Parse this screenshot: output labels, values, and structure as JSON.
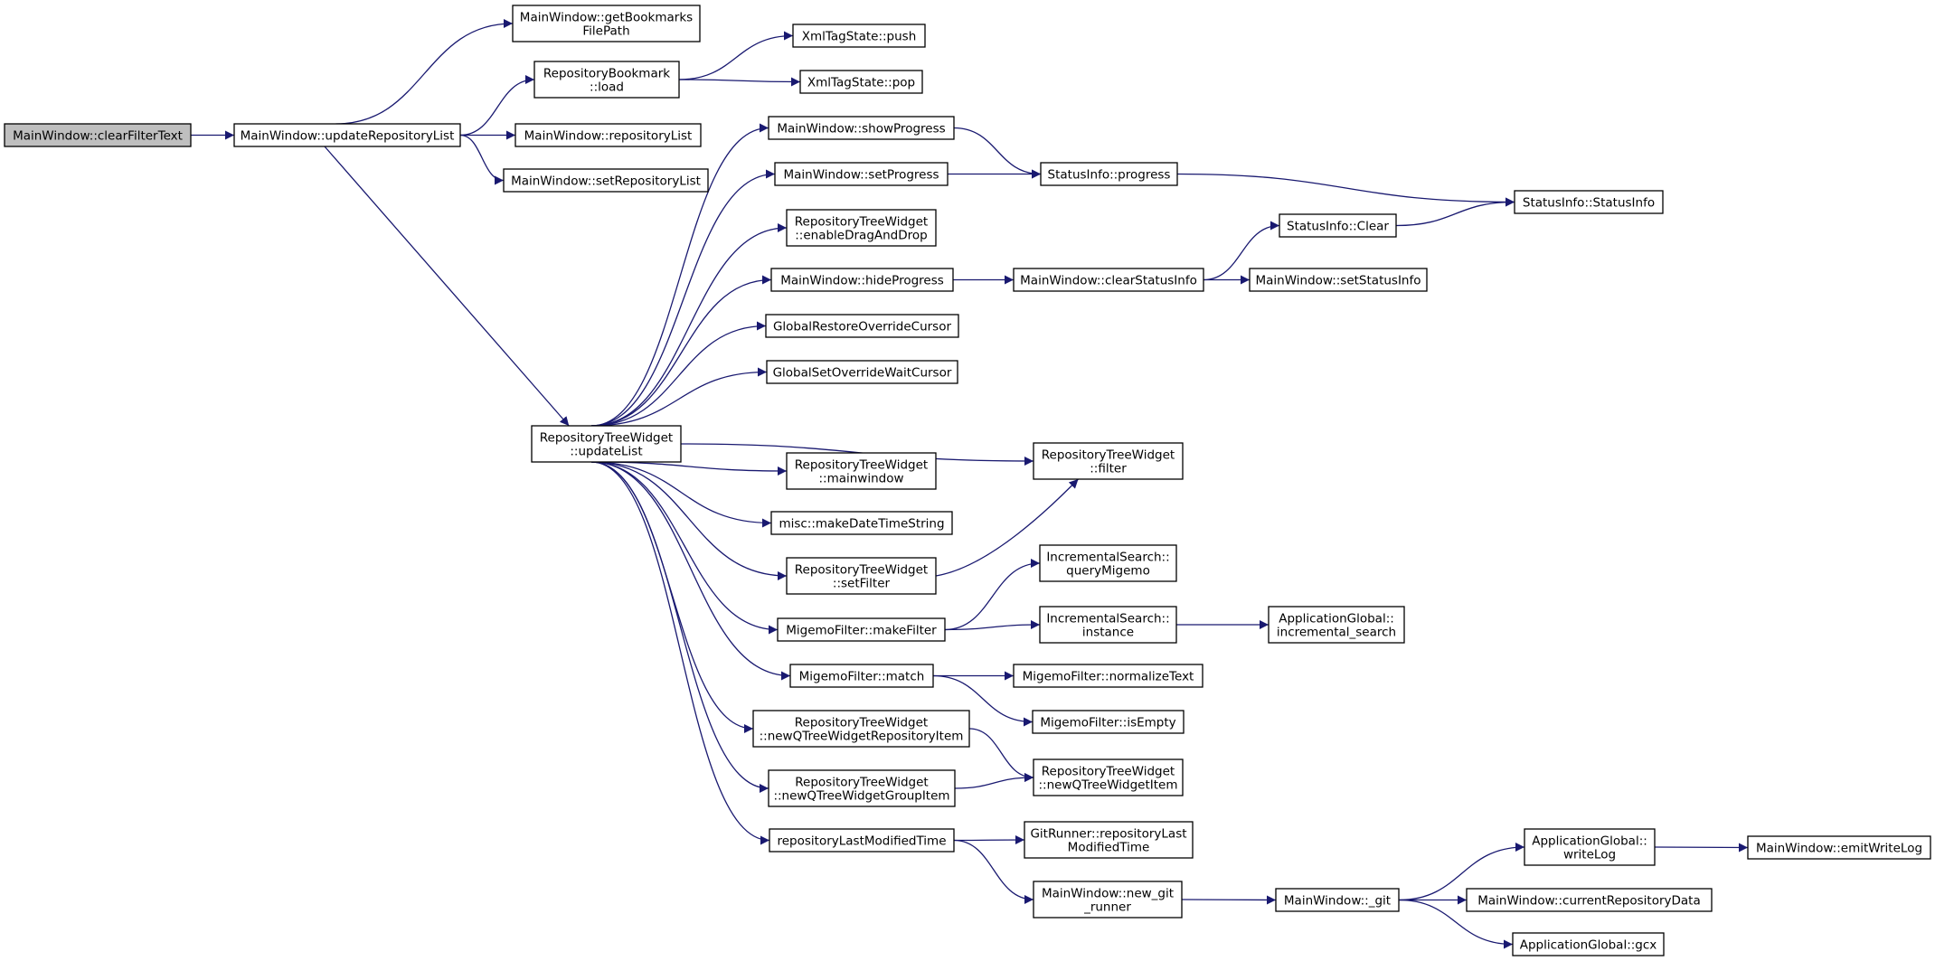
{
  "colors": {
    "edge": "#191970",
    "node_border": "#000000",
    "node_fill": "#ffffff",
    "root_fill": "#bfbfbf"
  },
  "nodes": {
    "n_clearFilterText": {
      "lines": [
        "MainWindow::clearFilterText"
      ],
      "root": true
    },
    "n_updateRepositoryList": {
      "lines": [
        "MainWindow::updateRepositoryList"
      ]
    },
    "n_getBookmarksFilePath": {
      "lines": [
        "MainWindow::getBookmarks",
        "FilePath"
      ]
    },
    "n_bookmarkLoad": {
      "lines": [
        "RepositoryBookmark",
        "::load"
      ]
    },
    "n_xmlPush": {
      "lines": [
        "XmlTagState::push"
      ]
    },
    "n_xmlPop": {
      "lines": [
        "XmlTagState::pop"
      ]
    },
    "n_repositoryList": {
      "lines": [
        "MainWindow::repositoryList"
      ]
    },
    "n_setRepositoryList": {
      "lines": [
        "MainWindow::setRepositoryList"
      ]
    },
    "n_updateList": {
      "lines": [
        "RepositoryTreeWidget",
        "::updateList"
      ]
    },
    "n_showProgress": {
      "lines": [
        "MainWindow::showProgress"
      ]
    },
    "n_setProgress": {
      "lines": [
        "MainWindow::setProgress"
      ]
    },
    "n_statusProgress": {
      "lines": [
        "StatusInfo::progress"
      ]
    },
    "n_statusInfoCtor": {
      "lines": [
        "StatusInfo::StatusInfo"
      ]
    },
    "n_enableDragAndDrop": {
      "lines": [
        "RepositoryTreeWidget",
        "::enableDragAndDrop"
      ]
    },
    "n_hideProgress": {
      "lines": [
        "MainWindow::hideProgress"
      ]
    },
    "n_clearStatusInfo": {
      "lines": [
        "MainWindow::clearStatusInfo"
      ]
    },
    "n_statusClear": {
      "lines": [
        "StatusInfo::Clear"
      ]
    },
    "n_setStatusInfo": {
      "lines": [
        "MainWindow::setStatusInfo"
      ]
    },
    "n_globalRestore": {
      "lines": [
        "GlobalRestoreOverrideCursor"
      ]
    },
    "n_globalSetWait": {
      "lines": [
        "GlobalSetOverrideWaitCursor"
      ]
    },
    "n_filter": {
      "lines": [
        "RepositoryTreeWidget",
        "::filter"
      ]
    },
    "n_mainwindow": {
      "lines": [
        "RepositoryTreeWidget",
        "::mainwindow"
      ]
    },
    "n_makeDateTimeString": {
      "lines": [
        "misc::makeDateTimeString"
      ]
    },
    "n_setFilter": {
      "lines": [
        "RepositoryTreeWidget",
        "::setFilter"
      ]
    },
    "n_queryMigemo": {
      "lines": [
        "IncrementalSearch::",
        "queryMigemo"
      ]
    },
    "n_makeFilter": {
      "lines": [
        "MigemoFilter::makeFilter"
      ]
    },
    "n_incInstance": {
      "lines": [
        "IncrementalSearch::",
        "instance"
      ]
    },
    "n_incrementalSearch": {
      "lines": [
        "ApplicationGlobal::",
        "incremental_search"
      ]
    },
    "n_match": {
      "lines": [
        "MigemoFilter::match"
      ]
    },
    "n_normalizeText": {
      "lines": [
        "MigemoFilter::normalizeText"
      ]
    },
    "n_isEmpty": {
      "lines": [
        "MigemoFilter::isEmpty"
      ]
    },
    "n_newRepoItem": {
      "lines": [
        "RepositoryTreeWidget",
        "::newQTreeWidgetRepositoryItem"
      ]
    },
    "n_newItem": {
      "lines": [
        "RepositoryTreeWidget",
        "::newQTreeWidgetItem"
      ]
    },
    "n_newGroupItem": {
      "lines": [
        "RepositoryTreeWidget",
        "::newQTreeWidgetGroupItem"
      ]
    },
    "n_repoLastModified": {
      "lines": [
        "repositoryLastModifiedTime"
      ]
    },
    "n_gitRunnerLastModified": {
      "lines": [
        "GitRunner::repositoryLast",
        "ModifiedTime"
      ]
    },
    "n_newGitRunner": {
      "lines": [
        "MainWindow::new_git",
        "_runner"
      ]
    },
    "n_git": {
      "lines": [
        "MainWindow::_git"
      ]
    },
    "n_writeLog": {
      "lines": [
        "ApplicationGlobal::",
        "writeLog"
      ]
    },
    "n_emitWriteLog": {
      "lines": [
        "MainWindow::emitWriteLog"
      ]
    },
    "n_currentRepoData": {
      "lines": [
        "MainWindow::currentRepositoryData"
      ]
    },
    "n_gcx": {
      "lines": [
        "ApplicationGlobal::gcx"
      ]
    }
  },
  "edges": [
    [
      "n_clearFilterText",
      "n_updateRepositoryList"
    ],
    [
      "n_updateRepositoryList",
      "n_getBookmarksFilePath"
    ],
    [
      "n_updateRepositoryList",
      "n_bookmarkLoad"
    ],
    [
      "n_updateRepositoryList",
      "n_repositoryList"
    ],
    [
      "n_updateRepositoryList",
      "n_setRepositoryList"
    ],
    [
      "n_updateRepositoryList",
      "n_updateList"
    ],
    [
      "n_bookmarkLoad",
      "n_xmlPush"
    ],
    [
      "n_bookmarkLoad",
      "n_xmlPop"
    ],
    [
      "n_updateList",
      "n_showProgress"
    ],
    [
      "n_updateList",
      "n_setProgress"
    ],
    [
      "n_updateList",
      "n_enableDragAndDrop"
    ],
    [
      "n_updateList",
      "n_hideProgress"
    ],
    [
      "n_updateList",
      "n_globalRestore"
    ],
    [
      "n_updateList",
      "n_globalSetWait"
    ],
    [
      "n_updateList",
      "n_filter"
    ],
    [
      "n_updateList",
      "n_mainwindow"
    ],
    [
      "n_updateList",
      "n_makeDateTimeString"
    ],
    [
      "n_updateList",
      "n_setFilter"
    ],
    [
      "n_updateList",
      "n_makeFilter"
    ],
    [
      "n_updateList",
      "n_match"
    ],
    [
      "n_updateList",
      "n_newRepoItem"
    ],
    [
      "n_updateList",
      "n_newGroupItem"
    ],
    [
      "n_updateList",
      "n_repoLastModified"
    ],
    [
      "n_showProgress",
      "n_statusProgress"
    ],
    [
      "n_setProgress",
      "n_statusProgress"
    ],
    [
      "n_statusProgress",
      "n_statusInfoCtor"
    ],
    [
      "n_hideProgress",
      "n_clearStatusInfo"
    ],
    [
      "n_clearStatusInfo",
      "n_statusClear"
    ],
    [
      "n_clearStatusInfo",
      "n_setStatusInfo"
    ],
    [
      "n_statusClear",
      "n_statusInfoCtor"
    ],
    [
      "n_setFilter",
      "n_filter"
    ],
    [
      "n_makeFilter",
      "n_queryMigemo"
    ],
    [
      "n_makeFilter",
      "n_incInstance"
    ],
    [
      "n_incInstance",
      "n_incrementalSearch"
    ],
    [
      "n_match",
      "n_normalizeText"
    ],
    [
      "n_match",
      "n_isEmpty"
    ],
    [
      "n_newRepoItem",
      "n_newItem"
    ],
    [
      "n_newGroupItem",
      "n_newItem"
    ],
    [
      "n_repoLastModified",
      "n_gitRunnerLastModified"
    ],
    [
      "n_repoLastModified",
      "n_newGitRunner"
    ],
    [
      "n_newGitRunner",
      "n_git"
    ],
    [
      "n_git",
      "n_writeLog"
    ],
    [
      "n_git",
      "n_currentRepoData"
    ],
    [
      "n_git",
      "n_gcx"
    ],
    [
      "n_writeLog",
      "n_emitWriteLog"
    ]
  ]
}
